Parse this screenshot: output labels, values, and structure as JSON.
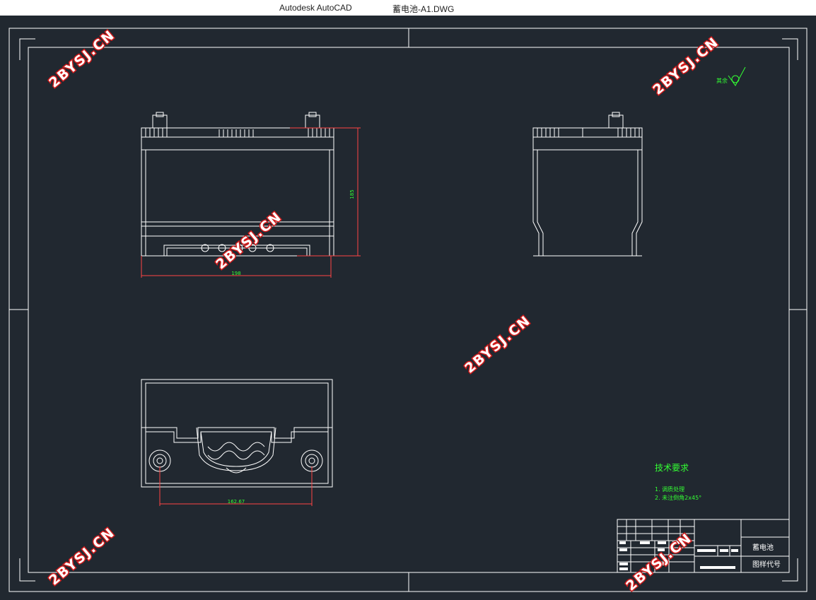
{
  "window": {
    "app_title": "Autodesk AutoCAD",
    "document_title": "蓄电池-A1.DWG"
  },
  "drawing": {
    "dimensions": {
      "height_value": "185",
      "length_value": "198",
      "hole_spacing": "162.67"
    },
    "roughness_label": "其余",
    "technical_requirements": {
      "heading": "技术要求",
      "items": [
        "1. 调质处理",
        "2. 未注倒角2x45°"
      ]
    },
    "title_block": {
      "part_name": "蓄电池",
      "drawing_number_label": "图样代号"
    },
    "watermark": "2BYSJ.CN"
  },
  "colors": {
    "background": "#212830",
    "line": "#ffffff",
    "dimension": "#33ff33",
    "watermark_outline": "#d21c1c"
  }
}
